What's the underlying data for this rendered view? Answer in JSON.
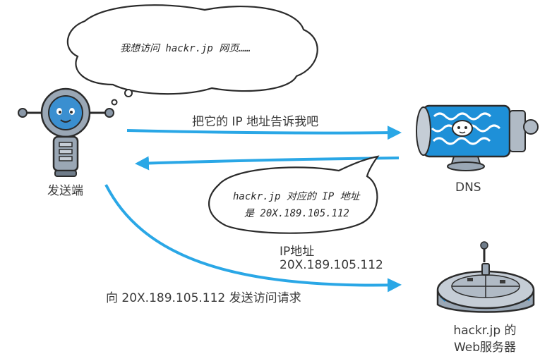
{
  "colors": {
    "arrow": "#2aa7e6",
    "robot_body": "#8a98a8",
    "robot_face": "#3a8fd0",
    "dns_blue": "#1e90d8",
    "server_blue": "#2a8fd2",
    "outline": "#2b2b2b"
  },
  "bubbles": {
    "thought_line": "我想访问 hackr.jp 网页……",
    "speech_line1": "hackr.jp 对应的 IP 地址",
    "speech_line2": "是 20X.189.105.112"
  },
  "labels": {
    "sender": "发送端",
    "dns": "DNS",
    "request_ip": "把它的 IP 地址告诉我吧",
    "ip_title": "IP地址",
    "ip_value": "20X.189.105.112",
    "send_request": "向 20X.189.105.112 发送访问请求",
    "server_line1": "hackr.jp 的",
    "server_line2": "Web服务器"
  },
  "icons": [
    "robot-icon",
    "dns-server-icon",
    "web-server-icon"
  ]
}
